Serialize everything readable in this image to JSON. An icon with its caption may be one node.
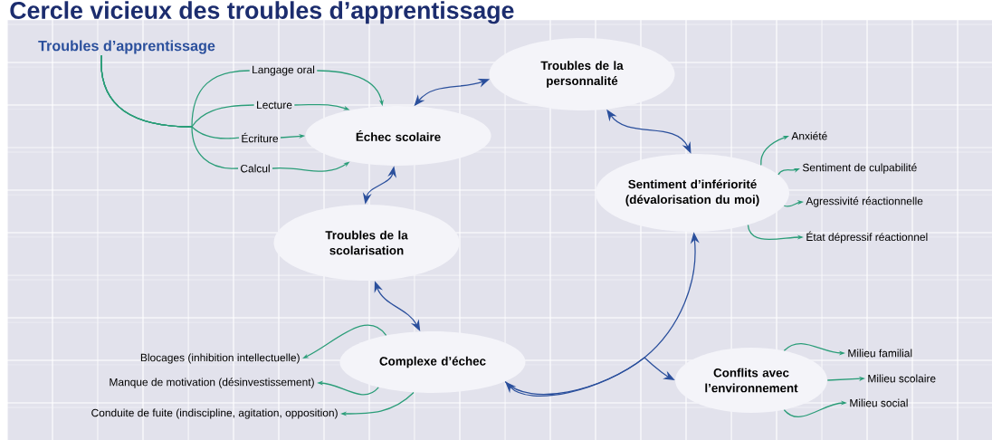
{
  "diagram": {
    "title": "Cercle vicieux des troubles d’apprentissage",
    "nodes": [
      {
        "text": [
          "Troubles d’apprentissage"
        ]
      },
      {
        "text": [
          "Langage oral"
        ]
      },
      {
        "text": [
          "Lecture"
        ]
      },
      {
        "text": [
          "Écriture"
        ]
      },
      {
        "text": [
          "Calcul"
        ]
      },
      {
        "text": [
          "Échec scolaire"
        ]
      },
      {
        "text": [
          "Troubles de la personnalité"
        ]
      },
      {
        "text": [
          "Sentiment d’infériorité (dévalorisation du moi)"
        ]
      },
      {
        "text": [
          "Anxiété"
        ]
      },
      {
        "text": [
          "Sentiment de culpabilité"
        ]
      },
      {
        "text": [
          "Agressivité réactionnelle"
        ]
      },
      {
        "text": [
          "État dépressif réactionnel"
        ]
      },
      {
        "text": [
          "Troubles de la scolarisation"
        ]
      },
      {
        "text": [
          "Complexe d’échec"
        ]
      },
      {
        "text": [
          "Blocages (inhibition intellectuelle)"
        ]
      },
      {
        "text": [
          "Manque de motivation (désinvestissement)"
        ]
      },
      {
        "text": [
          "Conduite de fuite (indiscipline, agitation, opposition)"
        ]
      },
      {
        "text": [
          "Conflits avec l’environnement"
        ]
      },
      {
        "text": [
          "Milieu familial"
        ]
      },
      {
        "text": [
          "Milieu scolaire"
        ]
      },
      {
        "text": [
          "Milieu social"
        ]
      }
    ],
    "edges": [
      {
        "from": 0,
        "to": 1,
        "arrow": "none"
      },
      {
        "from": 0,
        "to": 2,
        "arrow": "none"
      },
      {
        "from": 0,
        "to": 3,
        "arrow": "none"
      },
      {
        "from": 0,
        "to": 4,
        "arrow": "none"
      },
      {
        "from": 1,
        "to": 5,
        "arrow": "to"
      },
      {
        "from": 2,
        "to": 5,
        "arrow": "to"
      },
      {
        "from": 3,
        "to": 5,
        "arrow": "to"
      },
      {
        "from": 4,
        "to": 5,
        "arrow": "to"
      },
      {
        "from": 5,
        "to": 6,
        "arrow": "both",
        "color": "#2a4f9c"
      },
      {
        "from": 6,
        "to": 7,
        "arrow": "both",
        "color": "#2a4f9c"
      },
      {
        "from": 5,
        "to": 12,
        "arrow": "both",
        "color": "#2a4f9c"
      },
      {
        "from": 12,
        "to": 13,
        "arrow": "both",
        "color": "#2a4f9c"
      },
      {
        "from": 13,
        "to": 7,
        "arrow": "both",
        "color": "#2a4f9c"
      },
      {
        "from": 13,
        "to": 17,
        "arrow": "to",
        "color": "#2a4f9c"
      },
      {
        "from": 7,
        "to": 8,
        "arrow": "to"
      },
      {
        "from": 7,
        "to": 9,
        "arrow": "to"
      },
      {
        "from": 7,
        "to": 10,
        "arrow": "to"
      },
      {
        "from": 7,
        "to": 11,
        "arrow": "to"
      },
      {
        "from": 13,
        "to": 14,
        "arrow": "to"
      },
      {
        "from": 13,
        "to": 15,
        "arrow": "to"
      },
      {
        "from": 13,
        "to": 16,
        "arrow": "to"
      },
      {
        "from": 17,
        "to": 18,
        "arrow": "to"
      },
      {
        "from": 17,
        "to": 19,
        "arrow": "to"
      },
      {
        "from": 17,
        "to": 20,
        "arrow": "to"
      }
    ]
  }
}
